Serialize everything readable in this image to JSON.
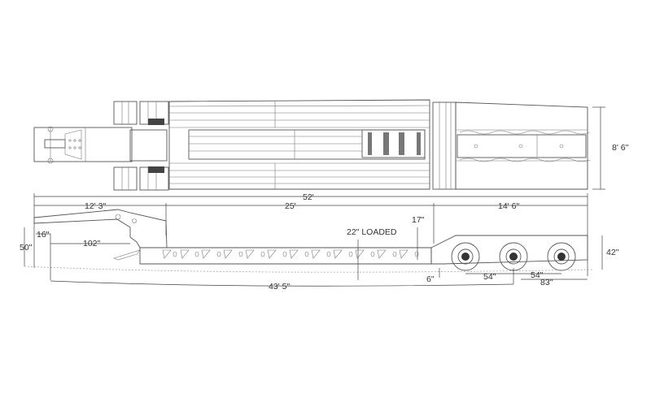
{
  "diagram": {
    "type": "lowboy trailer technical drawing",
    "views": [
      "top-view",
      "side-view"
    ],
    "dimensions": {
      "width": "8' 6\"",
      "overall_length": "52'",
      "gooseneck_length": "12' 3\"",
      "deck_length": "25'",
      "rear_length": "14' 6\"",
      "kingpin_offset": "16\"",
      "gooseneck_clearance": "102\"",
      "fifth_wheel_height": "50\"",
      "deck_height_loaded": "22\" LOADED",
      "rear_deck_rise": "17\"",
      "ground_clearance": "6\"",
      "axle_spacing_1": "54\"",
      "axle_spacing_2": "54\"",
      "rear_overhang": "83\"",
      "rear_deck_height": "42\"",
      "kingpin_to_axle": "43' 5\""
    }
  }
}
